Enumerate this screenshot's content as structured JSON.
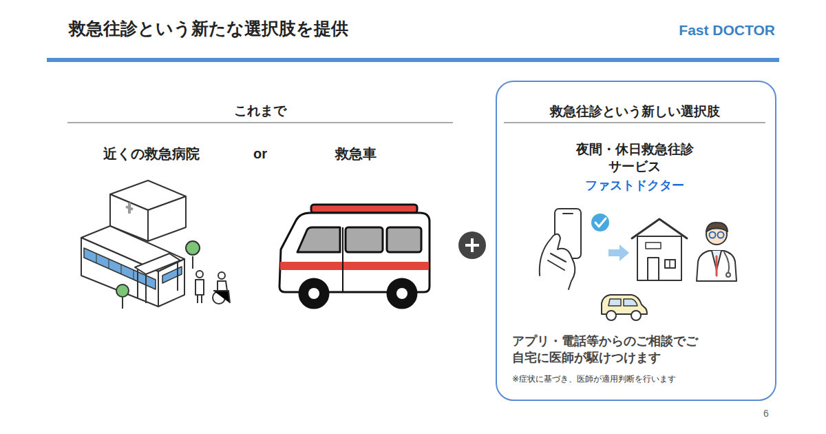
{
  "diagram": {
    "title": "救急往診という新たな選択肢を提供",
    "nodes": [
      {
        "text": [
          "救急往診という新しい選択肢",
          "夜間・休日救急往診 サービス",
          "ファストドクター",
          "アプリ・電話等からのご相談でご 自宅に医師が駆けつけます",
          "※症状に基づき、医師が適用判断を行います"
        ]
      }
    ],
    "labels": [
      "Fast DOCTOR",
      "これまで",
      "近くの救急病院",
      "or",
      "救急車",
      "6"
    ]
  }
}
